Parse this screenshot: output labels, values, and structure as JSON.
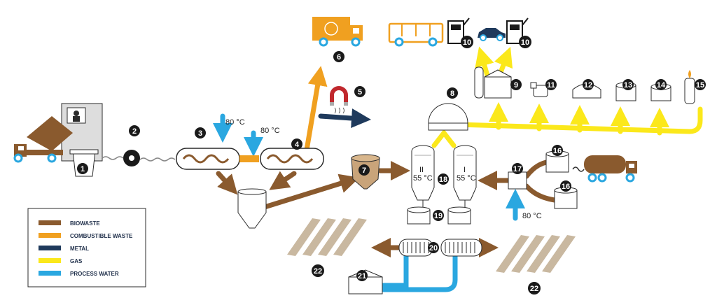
{
  "colors": {
    "biowaste": "#8a5a2e",
    "combustible": "#f0a020",
    "metal": "#1f3a5c",
    "gas": "#fbe81b",
    "water": "#2aa7e0",
    "outline": "#2b2b2b",
    "digestate": "#c9b8a0",
    "badge": "#1a1a1a"
  },
  "legend": [
    {
      "label": "BIOWASTE",
      "color": "#8a5a2e"
    },
    {
      "label": "COMBUSTIBLE WASTE",
      "color": "#f0a020"
    },
    {
      "label": "METAL",
      "color": "#1f3a5c"
    },
    {
      "label": "GAS",
      "color": "#fbe81b"
    },
    {
      "label": "PROCESS WATER",
      "color": "#2aa7e0"
    }
  ],
  "numbers": {
    "n1": "1",
    "n2": "2",
    "n3": "3",
    "n4": "4",
    "n5": "5",
    "n6": "6",
    "n7": "7",
    "n8": "8",
    "n9": "9",
    "n10a": "10",
    "n10b": "10",
    "n11": "11",
    "n12": "12",
    "n13": "13",
    "n14": "14",
    "n15": "15",
    "n16a": "16",
    "n16b": "16",
    "n17": "17",
    "n18": "18",
    "n19": "19",
    "n20": "20",
    "n21": "21",
    "n22a": "22",
    "n22b": "22"
  },
  "labels": {
    "temp_a": "80 °C",
    "temp_b": "80 °C",
    "temp_c": "80 °C",
    "reactor_left_roman": "II",
    "reactor_left_temp": "55 °C",
    "reactor_right_roman": "I",
    "reactor_right_temp": "55 °C"
  }
}
